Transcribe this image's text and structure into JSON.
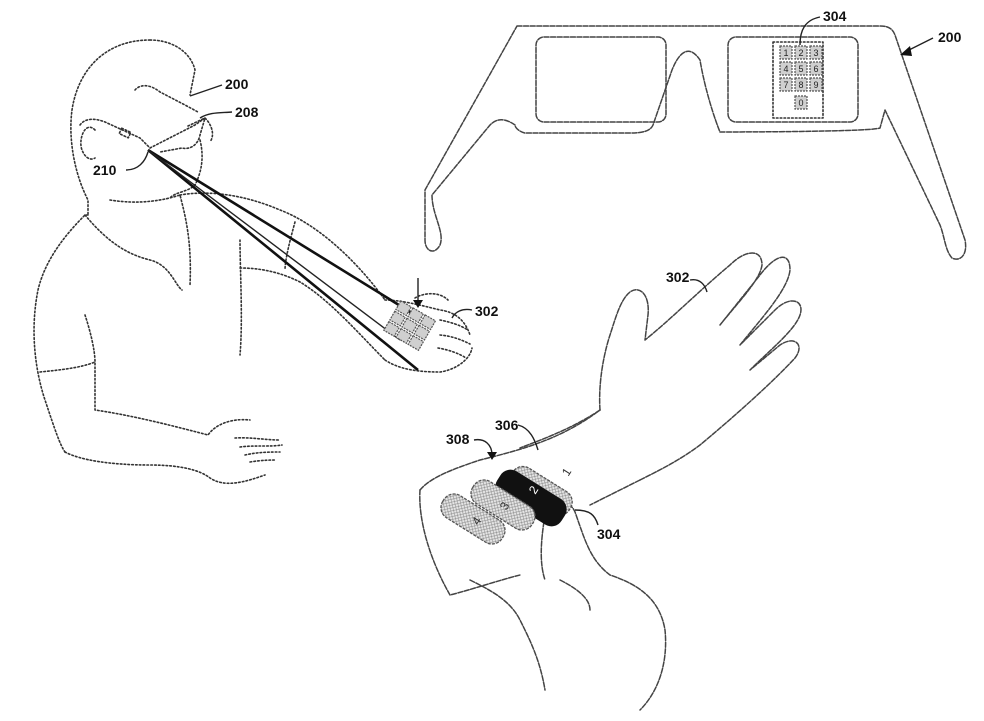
{
  "figure": {
    "description": "Patent drawing: head-mounted display glasses projecting a virtual keypad onto a user's arm/hand",
    "reference_numerals": {
      "glasses_left_figure": "200",
      "glasses_frame_detail": "208",
      "projector": "210",
      "hand_left_figure": "302",
      "glasses_top_right": "200",
      "keypad_in_lens": "304",
      "hand_bottom_right": "302",
      "keypad_pressed": "304",
      "key_strip_area": "306",
      "arm_interface": "308"
    },
    "lens_keypad": {
      "keys": [
        "1",
        "2",
        "3",
        "4",
        "5",
        "6",
        "7",
        "8",
        "9",
        "0"
      ]
    },
    "arm_strips": {
      "keys": [
        "1",
        "2",
        "3",
        "4"
      ],
      "highlighted_key": "2"
    }
  }
}
